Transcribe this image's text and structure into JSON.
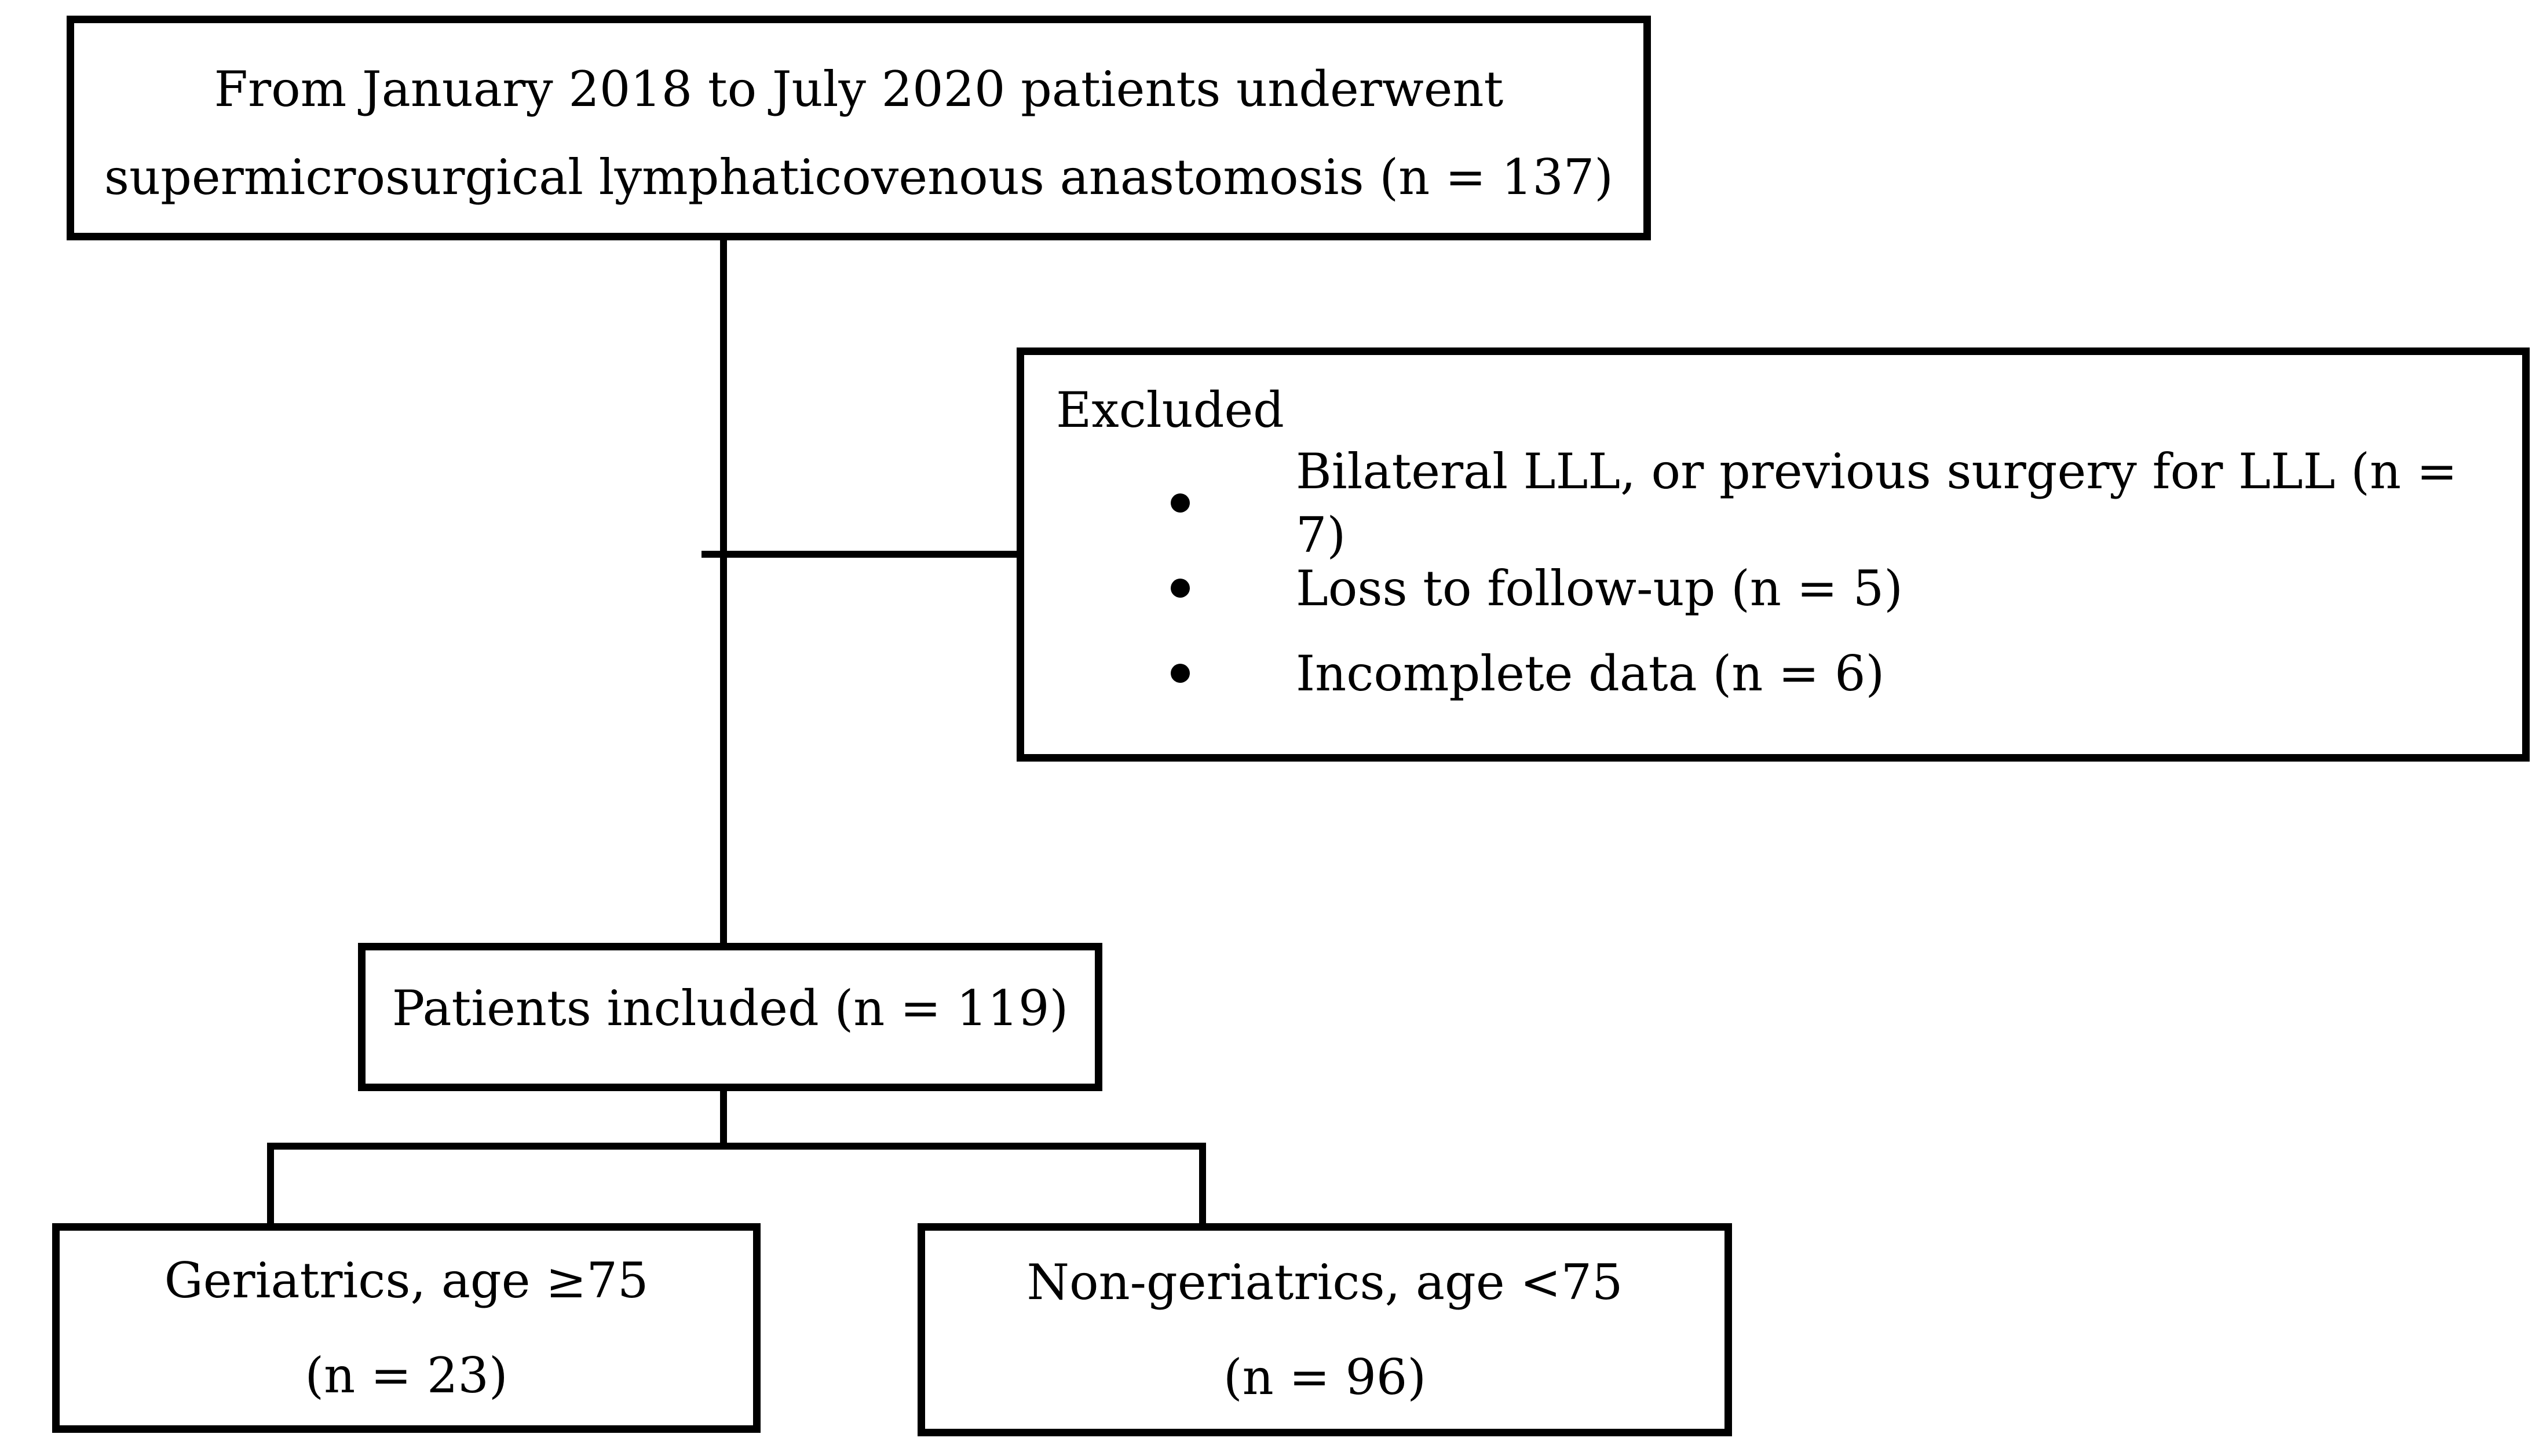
{
  "figure": {
    "colors": {
      "ink": "#000000",
      "paper": "#ffffff"
    },
    "boxes": {
      "enrollment": {
        "line1": "From January 2018 to July 2020 patients underwent",
        "line2": "supermicrosurgical lymphaticovenous anastomosis (n = 137)"
      },
      "excluded": {
        "title": "Excluded",
        "items": [
          "Bilateral LLL, or previous surgery for LLL (n = 7)",
          "Loss to follow-up (n = 5)",
          "Incomplete data (n = 6)"
        ]
      },
      "included": {
        "label": "Patients included (n = 119)"
      },
      "geriatrics": {
        "line1": "Geriatrics, age ≥75",
        "line2": "(n = 23)"
      },
      "non_geriatrics": {
        "line1": "Non-geriatrics, age <75",
        "line2": "(n = 96)"
      }
    }
  }
}
